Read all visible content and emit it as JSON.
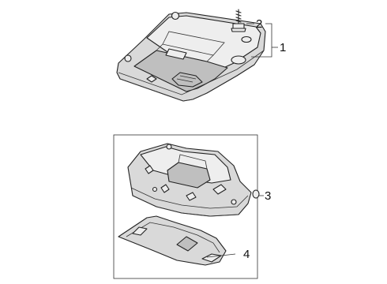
{
  "callouts": {
    "c1": "1",
    "c2": "2",
    "c3": "3",
    "c4": "4"
  },
  "colors": {
    "line": "#222222",
    "part_fill": "#d9d9d9",
    "part_shade": "#bfbfbf"
  }
}
